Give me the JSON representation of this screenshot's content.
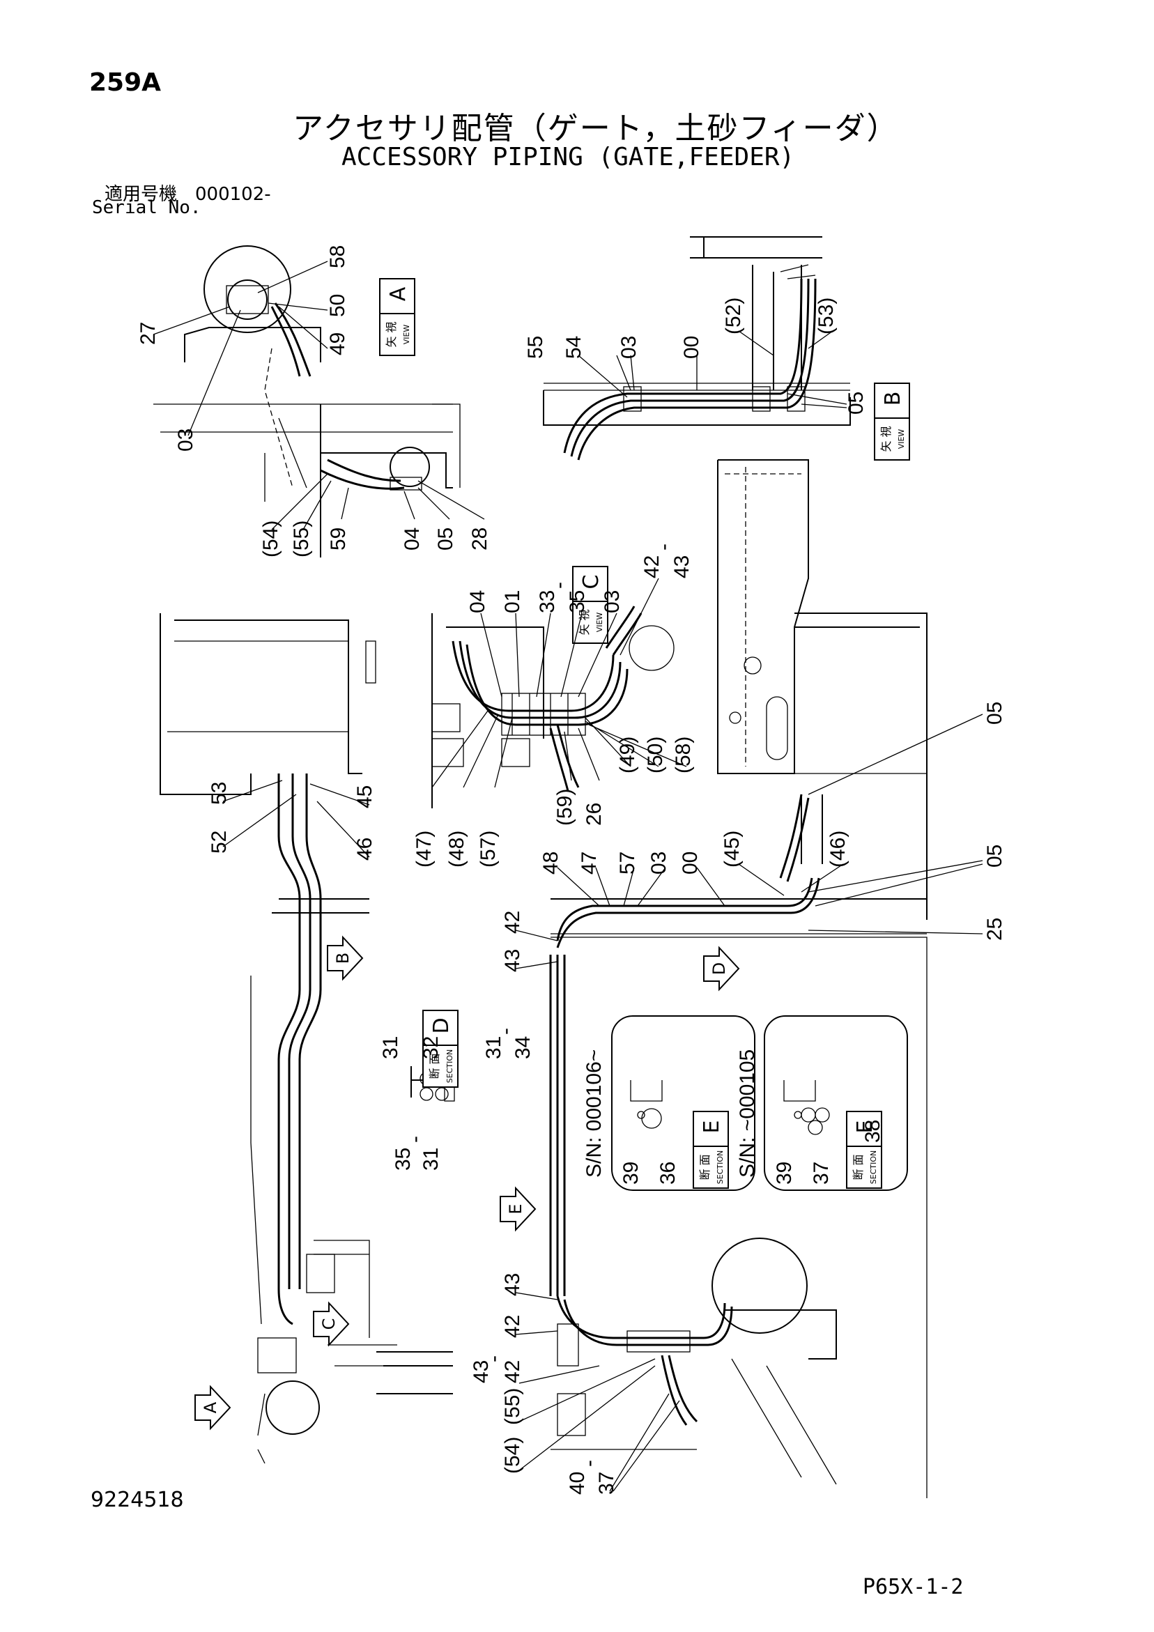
{
  "header": {
    "page_number": "259A",
    "title_jp": "アクセサリ配管（ゲート，土砂フィーダ）",
    "title_en": "ACCESSORY PIPING (GATE,FEEDER)",
    "serial_label_jp": "適用号機　000102-",
    "serial_label_en": "Serial No."
  },
  "footer": {
    "drawing_number": "9224518",
    "page_code": "P65X-1-2"
  },
  "view_boxes": [
    {
      "id": "A",
      "jp": "矢 視",
      "en": "VIEW"
    },
    {
      "id": "B",
      "jp": "矢 視",
      "en": "VIEW"
    },
    {
      "id": "C",
      "jp": "矢 視",
      "en": "VIEW"
    },
    {
      "id": "D",
      "jp": "断 面",
      "en": "SECTION"
    },
    {
      "id": "E1",
      "letter": "E",
      "jp": "断 面",
      "en": "SECTION"
    },
    {
      "id": "E2",
      "letter": "E",
      "jp": "断 面",
      "en": "SECTION"
    }
  ],
  "arrow_markers": [
    "A",
    "B",
    "C",
    "D",
    "E"
  ],
  "serial_notes": [
    "S/N: 000106~",
    "S/N: ~000105"
  ],
  "callouts": {
    "view_a": [
      "58",
      "50",
      "49",
      "27",
      "03",
      "(54)",
      "(55)",
      "59",
      "04",
      "05",
      "28"
    ],
    "view_b": [
      "55",
      "54",
      "03",
      "00",
      "(52)",
      "(53)",
      "05"
    ],
    "view_c": [
      "04",
      "01",
      "33",
      "-",
      "35",
      "03",
      "42",
      "-",
      "43",
      "(47)",
      "(48)",
      "(57)",
      "26",
      "(59)",
      "(49)",
      "(50)",
      "(58)"
    ],
    "main_left": [
      "53",
      "52",
      "45",
      "46"
    ],
    "right_frame": [
      "05",
      "(45)",
      "(46)",
      "05",
      "48",
      "47",
      "57",
      "03",
      "00",
      "25",
      "42",
      "43"
    ],
    "section_d": [
      "31",
      "32",
      "31",
      "-",
      "34",
      "35",
      "-",
      "31"
    ],
    "section_e": [
      "39",
      "36",
      "39",
      "37",
      "38"
    ],
    "bottom": [
      "43",
      "42",
      "43",
      "-",
      "42",
      "(54)",
      "(55)",
      "40",
      "-",
      "37"
    ]
  }
}
